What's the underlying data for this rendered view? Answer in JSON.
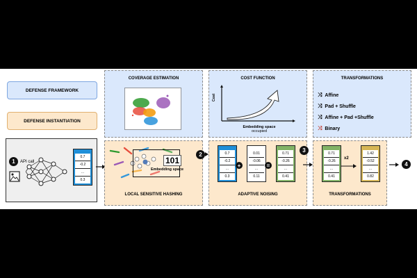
{
  "legend": {
    "framework": "DEFENSE FRAMEWORK",
    "instantiation": "DEFENSE INSTANTIATION"
  },
  "api": {
    "label": "API call",
    "vector": [
      "0.7",
      "-0.2",
      "...",
      "0.3"
    ]
  },
  "coverage": {
    "title": "COVERAGE ESTIMATION"
  },
  "cost": {
    "title": "COST FUNCTION",
    "ylabel": "Cost",
    "xlabel_line1": "Embedding space",
    "xlabel_line2": "occupied"
  },
  "transformations": {
    "title": "TRANSFORMATIONS",
    "items": [
      "Affine",
      "Pad + Shuffle",
      "Affine + Pad +Shuffle",
      "Binary"
    ]
  },
  "lsh": {
    "title": "LOCAL SENSITIVE HASHING",
    "embedding_label": "Embedding space",
    "hash": "101"
  },
  "noising": {
    "title": "ADAPTIVE NOISING",
    "v1": [
      "0.7",
      "-0.2",
      "...",
      "0.3"
    ],
    "v2": [
      "0.01",
      "-0.06",
      "...",
      "0.11"
    ],
    "v3": [
      "0.71",
      "-0.26",
      "...",
      "0.41"
    ]
  },
  "transform_inst": {
    "title": "TRANSFORMATIONS",
    "multiplier": "x2",
    "v1": [
      "0.71",
      "-0.26",
      "...",
      "0.41"
    ],
    "v2": [
      "1.42",
      "-0.52",
      "...",
      "0.82"
    ]
  },
  "steps": [
    "1",
    "2",
    "3",
    "4"
  ],
  "colors": {
    "blue_panel": "#dae8fc",
    "orange_panel": "#fde8cc",
    "vector_blue": "#1f8fd8",
    "vector_green": "#82b366",
    "vector_yellow": "#d6b656"
  }
}
